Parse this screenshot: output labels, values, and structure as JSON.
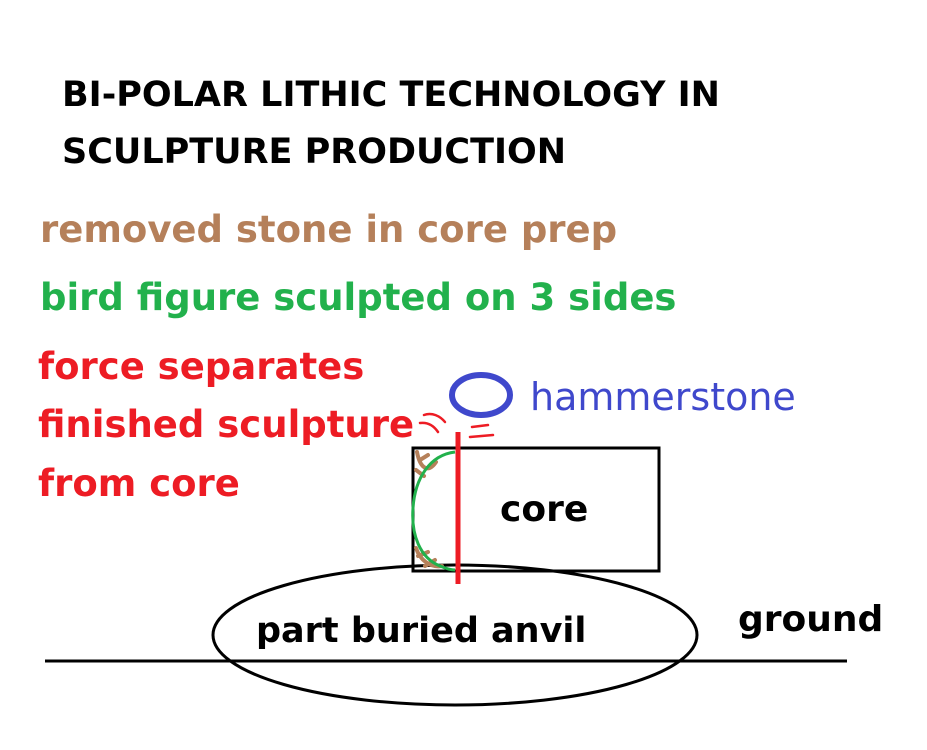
{
  "title": {
    "line1": "BI-POLAR LITHIC TECHNOLOGY IN",
    "line2": "SCULPTURE PRODUCTION"
  },
  "legend": {
    "removed_stone": "removed stone in core prep",
    "bird_figure": "bird figure sculpted on 3 sides",
    "force_lines": [
      "force separates",
      "finished sculpture",
      "from core"
    ]
  },
  "labels": {
    "hammerstone": "hammerstone",
    "core": "core",
    "anvil": "part buried anvil",
    "ground": "ground"
  },
  "colors": {
    "text": "#000000",
    "removed_stone": "#b5805a",
    "bird_figure": "#22b14c",
    "force": "#ed1c24",
    "hammerstone": "#3f48cc",
    "outline": "#000000"
  }
}
